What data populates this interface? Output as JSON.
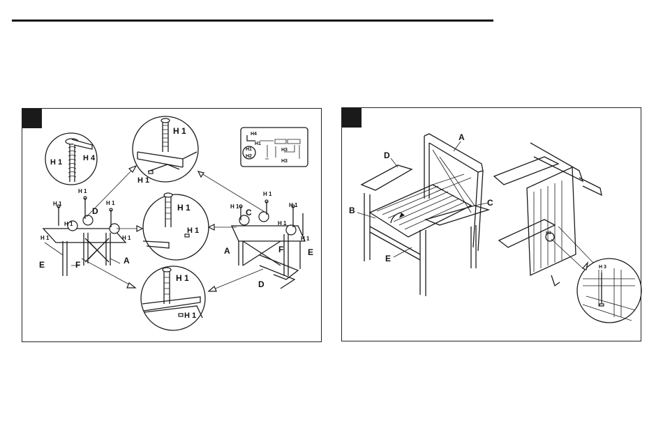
{
  "step1": {
    "callout_screw_top": {
      "h1": "H 1"
    },
    "callout_screw_mid": {
      "h1_screw": "H 1",
      "h1_nut": "H 1"
    },
    "callout_screw_bottom": {
      "h1_screw": "H 1",
      "h1_nut": "H 1"
    },
    "callout_wrench": {
      "h1": "H 1",
      "h4": "H 4"
    },
    "hardware_box": {
      "h4": "H4",
      "h1": "H1",
      "h1b": "H1",
      "h3": "H3",
      "h2": "H2",
      "h3b": "H3"
    },
    "left_assembly": {
      "h1a": "H 1",
      "h1b": "H 1",
      "h1c": "H 1",
      "h1d": "H 1",
      "h1e": "H 1",
      "d": "D",
      "e": "E",
      "f": "F",
      "a": "A"
    },
    "right_assembly": {
      "h1a": "H 1",
      "h1b": "H 1",
      "h1c": "H 1",
      "h1d": "H 1",
      "h1e": "H 1",
      "c": "C",
      "a": "A",
      "f": "F",
      "e": "E",
      "d": "D"
    },
    "callout_top_nut": "H 1"
  },
  "step2": {
    "chair_labels": {
      "a": "A",
      "b": "B",
      "c": "C",
      "d": "D",
      "e": "E"
    },
    "detail_label": "H 3",
    "small_label": "H3"
  }
}
